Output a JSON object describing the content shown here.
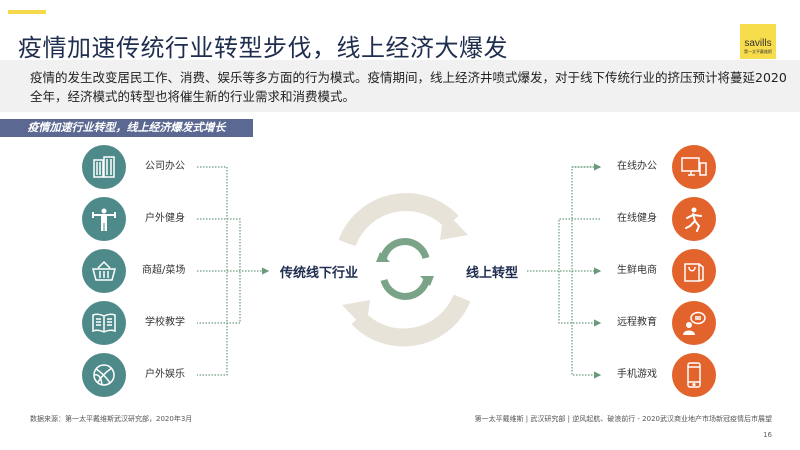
{
  "title": "疫情加速传统行业转型步伐，线上经济大爆发",
  "logo": {
    "brand": "savills",
    "sub": "第一太平戴维斯"
  },
  "intro": "疫情的发生改变居民工作、消费、娱乐等多方面的行为模式。疫情期间，线上经济井喷式爆发，对于线下传统行业的挤压预计将蔓延2020全年，经济模式的转型也将催生新的行业需求和消费模式。",
  "banner": "疫情加速行业转型，线上经济爆发式增长",
  "offline": {
    "title": "传统线下行业",
    "items": [
      {
        "label": "公司办公",
        "icon": "building-icon"
      },
      {
        "label": "户外健身",
        "icon": "weightlifter-icon"
      },
      {
        "label": "商超/菜场",
        "icon": "basket-icon"
      },
      {
        "label": "学校教学",
        "icon": "book-icon"
      },
      {
        "label": "户外娱乐",
        "icon": "basketball-icon"
      }
    ]
  },
  "online": {
    "title": "线上转型",
    "items": [
      {
        "label": "在线办公",
        "icon": "computer-phone-icon"
      },
      {
        "label": "在线健身",
        "icon": "running-person-icon"
      },
      {
        "label": "生鲜电商",
        "icon": "shopping-bag-icon"
      },
      {
        "label": "远程教育",
        "icon": "person-chat-icon"
      },
      {
        "label": "手机游戏",
        "icon": "mobile-phone-icon"
      }
    ]
  },
  "colors": {
    "teal": "#4f8a8b",
    "orange": "#e2632b",
    "navy": "#1f2d4e",
    "banner": "#5b6891",
    "accent": "#f5d94a",
    "line": "#6a9a7c"
  },
  "footer": {
    "source": "数据来源：第一太平戴维斯武汉研究部，2020年3月",
    "report": "第一太平戴维斯 | 武汉研究部 | 逆风起航、破浪前行 - 2020武汉商业地产市场新冠疫情后市展望",
    "page": "16"
  }
}
